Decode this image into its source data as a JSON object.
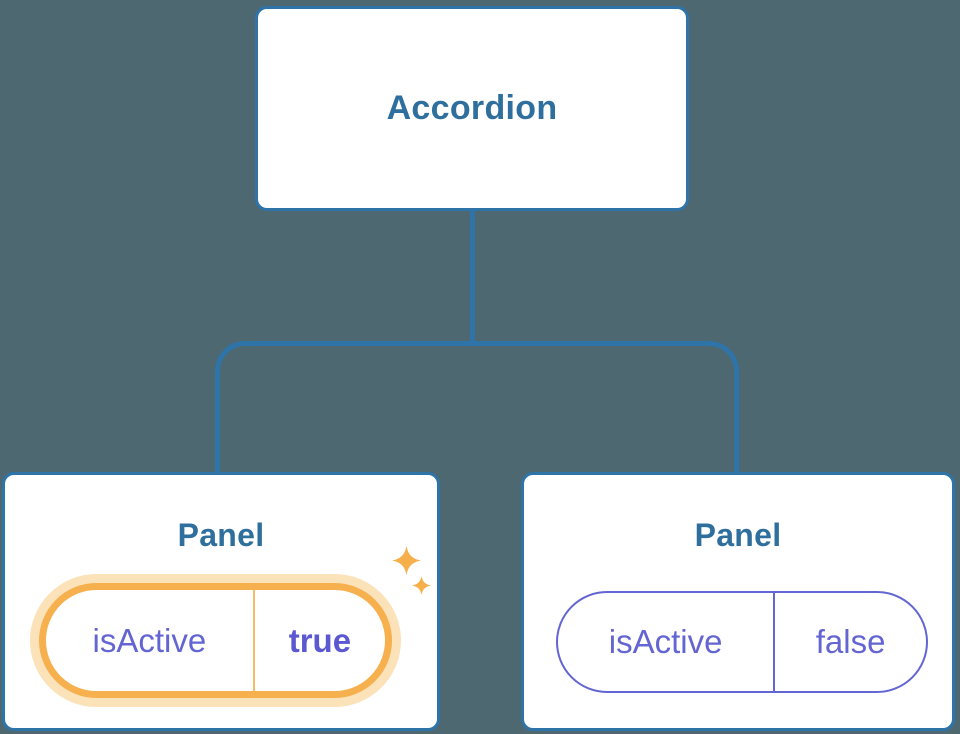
{
  "diagram": {
    "root": {
      "label": "Accordion"
    },
    "panels": [
      {
        "label": "Panel",
        "state_name": "isActive",
        "state_value": "true",
        "active": true
      },
      {
        "label": "Panel",
        "state_name": "isActive",
        "state_value": "false",
        "active": false
      }
    ]
  },
  "icons": {
    "sparkles": "sparkles-icon"
  },
  "colors": {
    "background": "#4D6871",
    "connector": "#2E74A8",
    "node_border": "#2E74A8",
    "node_background": "#FFFFFF",
    "title_text": "#2F6F9E",
    "state_text": "#6365D2",
    "state_value_active_text": "#5B58D2",
    "active_ring": "#F6B04E",
    "active_halo": "#FBE2B9",
    "active_divider": "#F3BC66",
    "inactive_border": "#6365D2",
    "sparkle": "#F5AF4B"
  }
}
